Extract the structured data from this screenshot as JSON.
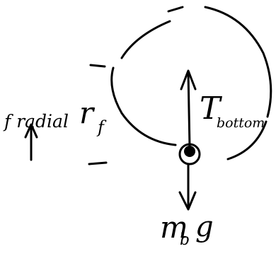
{
  "labels": {
    "radial_force": "f radial",
    "radial_r": "r",
    "radial_r_sub": "f",
    "tension": "T",
    "tension_sub": "bottom",
    "weight": "m",
    "weight_sub": "b",
    "weight_g": "g"
  },
  "colors": {
    "ink": "#000000",
    "background": "#ffffff"
  }
}
